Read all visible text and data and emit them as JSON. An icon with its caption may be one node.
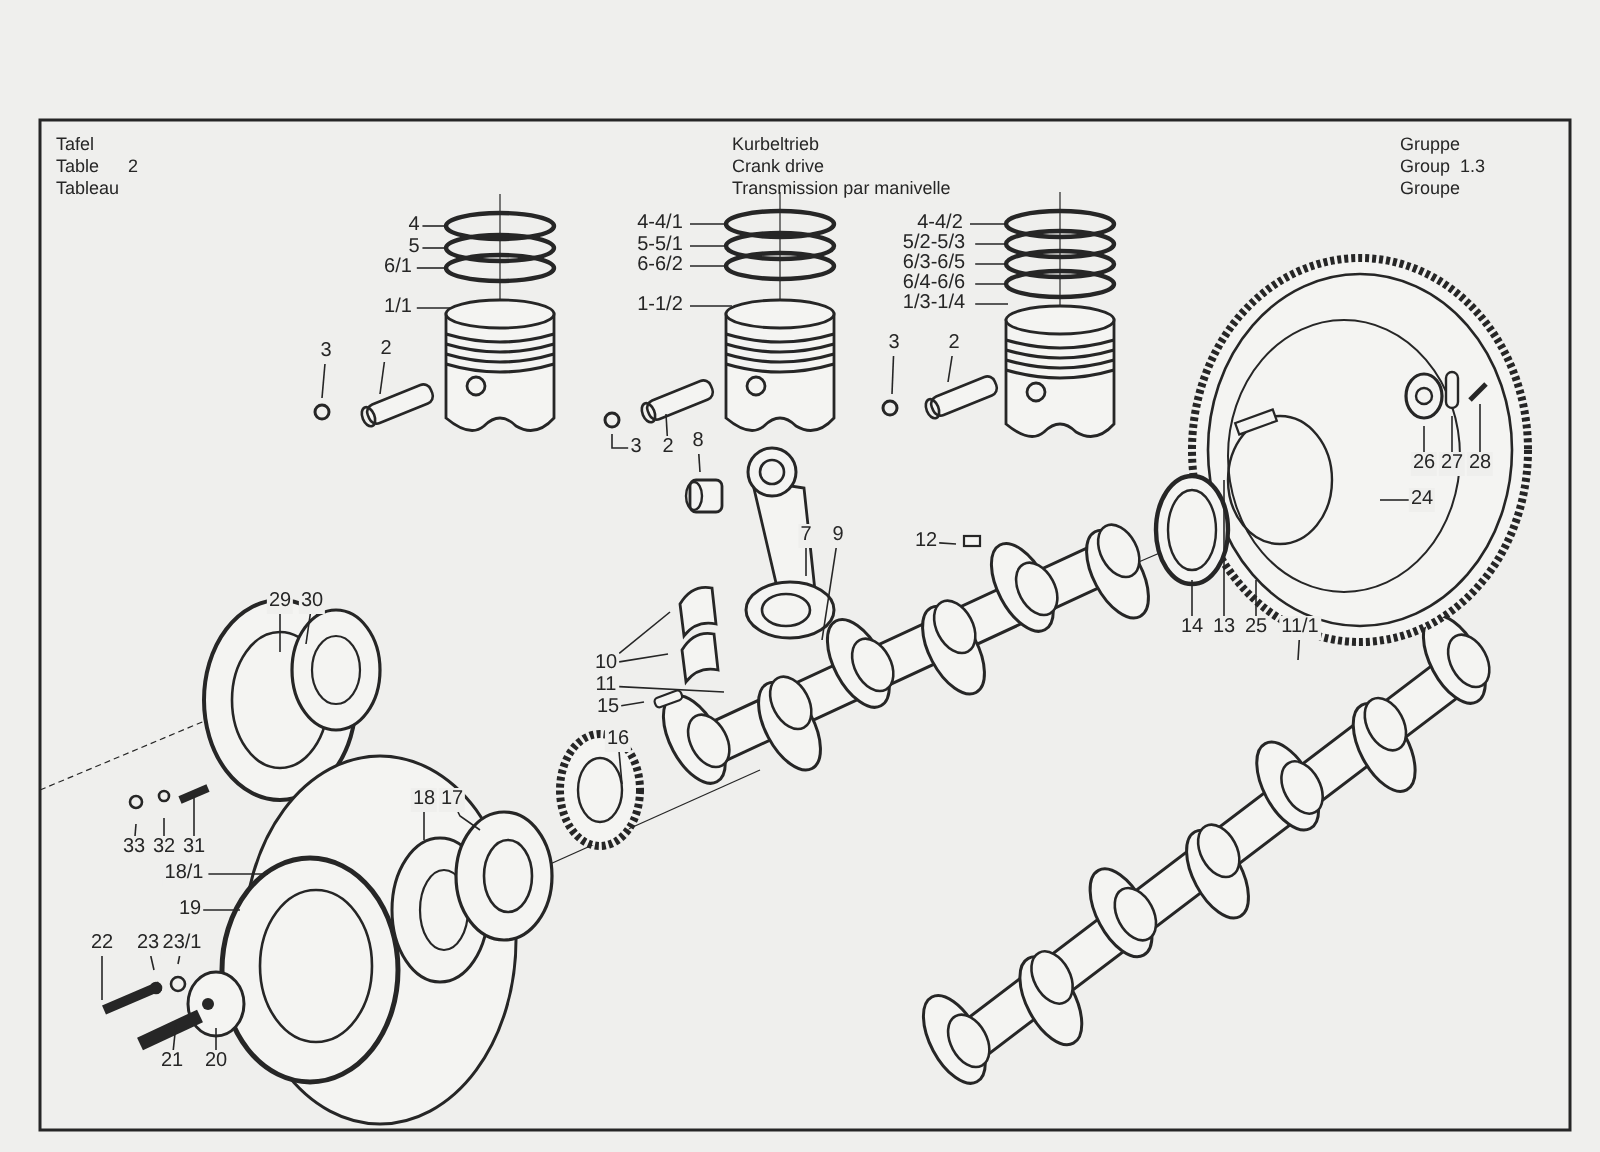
{
  "diagram": {
    "nodes": [
      {
        "text": [
          "4"
        ]
      },
      {
        "text": [
          "5"
        ]
      },
      {
        "text": [
          "6/1"
        ]
      },
      {
        "text": [
          "1/1"
        ]
      },
      {
        "text": [
          "3"
        ]
      },
      {
        "text": [
          "2"
        ]
      },
      {
        "text": [
          "4-4/1"
        ]
      },
      {
        "text": [
          "5-5/1"
        ]
      },
      {
        "text": [
          "6-6/2"
        ]
      },
      {
        "text": [
          "1-1/2"
        ]
      },
      {
        "text": [
          "3"
        ]
      },
      {
        "text": [
          "2"
        ]
      },
      {
        "text": [
          "8"
        ]
      },
      {
        "text": [
          "4-4/2"
        ]
      },
      {
        "text": [
          "5/2-5/3"
        ]
      },
      {
        "text": [
          "6/3-6/5"
        ]
      },
      {
        "text": [
          "6/4-6/6"
        ]
      },
      {
        "text": [
          "1/3-1/4"
        ]
      },
      {
        "text": [
          "3"
        ]
      },
      {
        "text": [
          "2"
        ]
      },
      {
        "text": [
          "7"
        ]
      },
      {
        "text": [
          "9"
        ]
      },
      {
        "text": [
          "10"
        ]
      },
      {
        "text": [
          "11"
        ]
      },
      {
        "text": [
          "15"
        ]
      },
      {
        "text": [
          "16"
        ]
      },
      {
        "text": [
          "12"
        ]
      },
      {
        "text": [
          "24"
        ]
      },
      {
        "text": [
          "26"
        ]
      },
      {
        "text": [
          "27"
        ]
      },
      {
        "text": [
          "28"
        ]
      },
      {
        "text": [
          "14"
        ]
      },
      {
        "text": [
          "13"
        ]
      },
      {
        "text": [
          "25"
        ]
      },
      {
        "text": [
          "11/1"
        ]
      },
      {
        "text": [
          "29"
        ]
      },
      {
        "text": [
          "30"
        ]
      },
      {
        "text": [
          "33"
        ]
      },
      {
        "text": [
          "32"
        ]
      },
      {
        "text": [
          "31"
        ]
      },
      {
        "text": [
          "18/1"
        ]
      },
      {
        "text": [
          "18"
        ]
      },
      {
        "text": [
          "17"
        ]
      },
      {
        "text": [
          "19"
        ]
      },
      {
        "text": [
          "22"
        ]
      },
      {
        "text": [
          "23"
        ]
      },
      {
        "text": [
          "23/1"
        ]
      },
      {
        "text": [
          "21"
        ]
      },
      {
        "text": [
          "20"
        ]
      }
    ],
    "edges": [
      {
        "from": 0,
        "to": null,
        "arrow": "none"
      },
      {
        "from": 1,
        "to": null,
        "arrow": "none"
      },
      {
        "from": 2,
        "to": null,
        "arrow": "none"
      },
      {
        "from": 3,
        "to": null,
        "arrow": "none"
      },
      {
        "from": 4,
        "to": null,
        "arrow": "none"
      },
      {
        "from": 5,
        "to": null,
        "arrow": "none"
      },
      {
        "from": 6,
        "to": null,
        "arrow": "none"
      },
      {
        "from": 7,
        "to": null,
        "arrow": "none"
      },
      {
        "from": 8,
        "to": null,
        "arrow": "none"
      },
      {
        "from": 9,
        "to": null,
        "arrow": "none"
      },
      {
        "from": 10,
        "to": null,
        "arrow": "none"
      },
      {
        "from": 11,
        "to": null,
        "arrow": "none"
      },
      {
        "from": 12,
        "to": null,
        "arrow": "none"
      },
      {
        "from": 13,
        "to": null,
        "arrow": "none"
      },
      {
        "from": 14,
        "to": null,
        "arrow": "none"
      },
      {
        "from": 15,
        "to": null,
        "arrow": "none"
      },
      {
        "from": 16,
        "to": null,
        "arrow": "none"
      },
      {
        "from": 17,
        "to": null,
        "arrow": "none"
      },
      {
        "from": 18,
        "to": null,
        "arrow": "none"
      },
      {
        "from": 19,
        "to": null,
        "arrow": "none"
      },
      {
        "from": 20,
        "to": null,
        "arrow": "none"
      },
      {
        "from": 21,
        "to": null,
        "arrow": "none"
      },
      {
        "from": 22,
        "to": null,
        "arrow": "none"
      },
      {
        "from": 22,
        "to": null,
        "arrow": "none"
      },
      {
        "from": 23,
        "to": null,
        "arrow": "none"
      },
      {
        "from": 24,
        "to": null,
        "arrow": "none"
      },
      {
        "from": 25,
        "to": null,
        "arrow": "none"
      },
      {
        "from": 26,
        "to": null,
        "arrow": "none"
      },
      {
        "from": 27,
        "to": null,
        "arrow": "none"
      },
      {
        "from": 28,
        "to": null,
        "arrow": "none"
      },
      {
        "from": 29,
        "to": null,
        "arrow": "none"
      },
      {
        "from": 30,
        "to": null,
        "arrow": "none"
      },
      {
        "from": 31,
        "to": null,
        "arrow": "none"
      },
      {
        "from": 32,
        "to": null,
        "arrow": "none"
      },
      {
        "from": 33,
        "to": null,
        "arrow": "none"
      },
      {
        "from": 34,
        "to": null,
        "arrow": "none"
      },
      {
        "from": 35,
        "to": null,
        "arrow": "none"
      },
      {
        "from": 36,
        "to": null,
        "arrow": "none"
      },
      {
        "from": 37,
        "to": null,
        "arrow": "none"
      },
      {
        "from": 38,
        "to": null,
        "arrow": "none"
      },
      {
        "from": 39,
        "to": null,
        "arrow": "none"
      },
      {
        "from": 40,
        "to": null,
        "arrow": "none"
      },
      {
        "from": 41,
        "to": null,
        "arrow": "none"
      },
      {
        "from": 42,
        "to": null,
        "arrow": "none"
      },
      {
        "from": 43,
        "to": null,
        "arrow": "none"
      },
      {
        "from": 44,
        "to": null,
        "arrow": "none"
      },
      {
        "from": 45,
        "to": null,
        "arrow": "none"
      },
      {
        "from": 46,
        "to": null,
        "arrow": "none"
      },
      {
        "from": 47,
        "to": null,
        "arrow": "none"
      },
      {
        "from": 48,
        "to": null,
        "arrow": "none"
      }
    ],
    "labels": [
      "Tafel",
      "Kurbeltrieb",
      "Gruppe",
      "Table",
      "2",
      "Crank drive",
      "Group",
      "1.3",
      "Tableau",
      "Transmission par manivelle",
      "Groupe"
    ]
  }
}
